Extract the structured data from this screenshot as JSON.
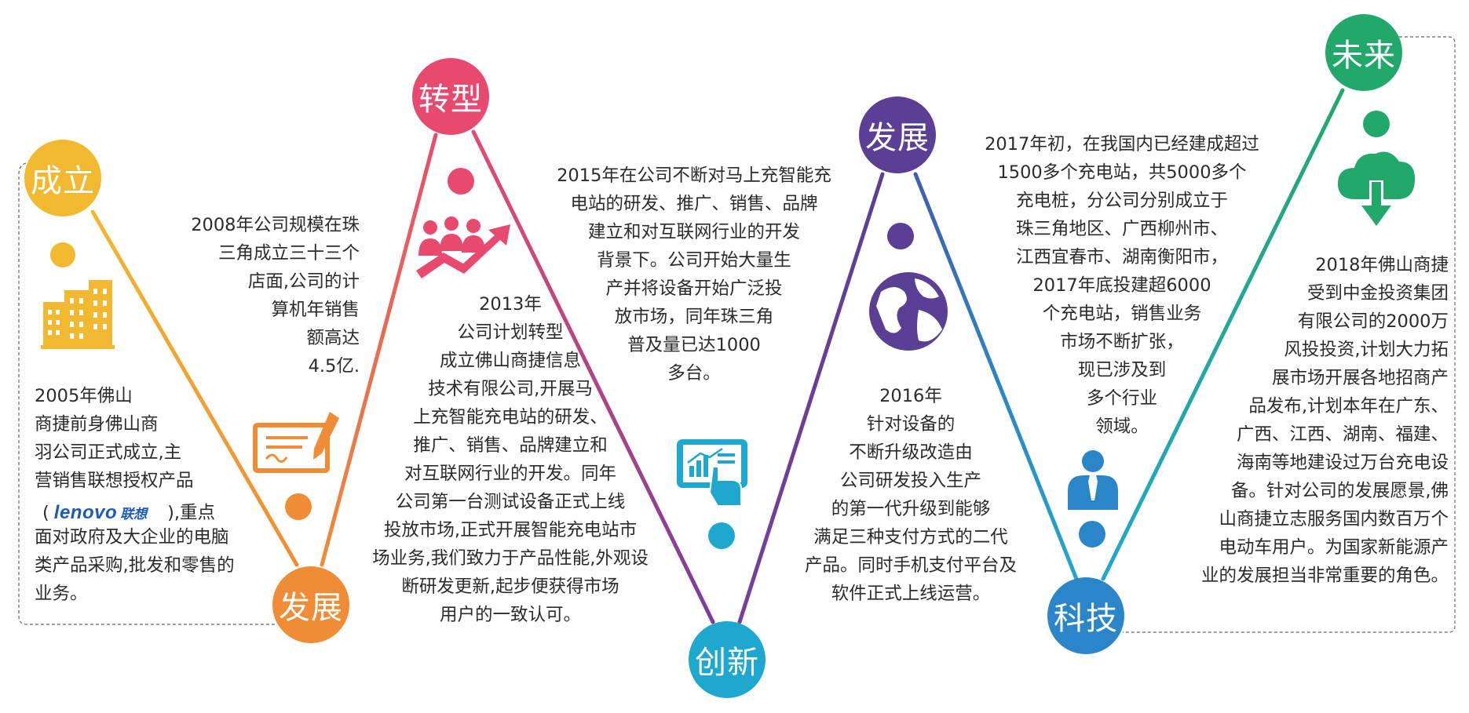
{
  "stages": [
    {
      "label": "成立",
      "color": "#F2B82F"
    },
    {
      "label": "发展",
      "color": "#EF8C35"
    },
    {
      "label": "转型",
      "color": "#E84A6F"
    },
    {
      "label": "创新",
      "color": "#1FA8CF"
    },
    {
      "label": "发展",
      "color": "#5A3F95"
    },
    {
      "label": "科技",
      "color": "#2A86C9"
    },
    {
      "label": "未来",
      "color": "#22A86A"
    }
  ],
  "texts": {
    "t2005": "2005年佛山\n商捷前身佛山商\n羽公司正式成立,主\n营销售联想授权产品\n\n面对政府及大企业的电脑\n类产品采购,批发和零售的\n业务。",
    "brand_prefix": "(",
    "brand_lenovo": "lenovo",
    "brand_cn": "联想",
    "brand_suffix": "),重点",
    "t2008": "2008年公司规模在珠\n三角成立三十三个\n店面,公司的计\n算机年销售\n额高达\n4.5亿.",
    "t2013": "2013年\n公司计划转型\n成立佛山商捷信息\n技术有限公司,开展马\n上充智能充电站的研发、\n推广、销售、品牌建立和\n对互联网行业的开发。同年\n公司第一台测试设备正式上线\n投放市场,正式开展智能充电站市\n场业务,我们致力于产品性能,外观设\n断研发更新,起步便获得市场\n用户的一致认可。",
    "t2015": "2015年在公司不断对马上充智能充\n电站的研发、推广、销售、品牌\n建立和对互联网行业的开发\n背景下。公司开始大量生\n产并将设备开始广泛投\n放市场，同年珠三角\n普及量已达1000\n多台。",
    "t2016": "2016年\n针对设备的\n不断升级改造由\n公司研发投入生产\n的第一代升级到能够\n满足三种支付方式的二代\n产品。同时手机支付平台及\n软件正式上线运营。",
    "t2017": "2017年初，在我国内已经建成超过\n1500多个充电站，共5000多个\n充电桩，分公司分别成立于\n珠三角地区、广西柳州市、\n江西宜春市、湖南衡阳市，\n2017年底投建超6000\n个充电站，销售业务\n市场不断扩张，\n现已涉及到\n多个行业\n领域。",
    "t2018": "2018年佛山商捷\n受到中金投资集团\n有限公司的2000万\n风投投资,计划大力拓\n展市场开展各地招商产\n品发布,计划本年在广东、\n广西、江西、湖南、福建、\n海南等地建设过万台充电设\n备。针对公司的发展愿景,佛\n山商捷立志服务国内数百万个\n电动车用户。为国家新能源产\n业的发展担当非常重要的角色。"
  },
  "icons": [
    "building-icon",
    "contract-pen-icon",
    "team-growth-icon",
    "tablet-touch-icon",
    "globe-icon",
    "businessman-icon",
    "cloud-download-icon"
  ]
}
